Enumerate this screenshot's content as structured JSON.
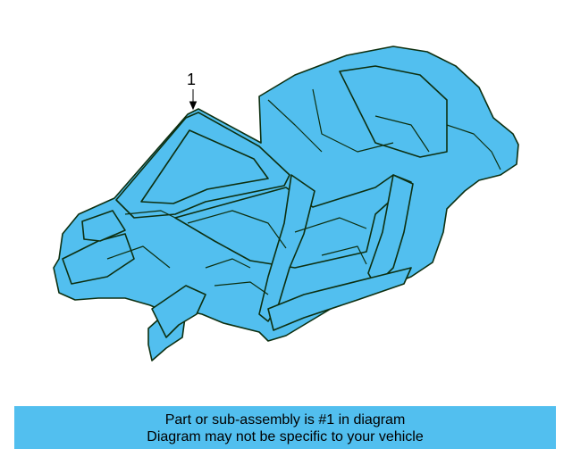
{
  "diagram": {
    "callout_label": "1",
    "part_color": "#52bfef",
    "outline_color": "#0d2f10",
    "icon": "car-body-shell-icon"
  },
  "caption": {
    "line1": "Part or sub-assembly is #1 in diagram",
    "line2": "Diagram may not be specific to your vehicle",
    "background": "#52bfef"
  }
}
